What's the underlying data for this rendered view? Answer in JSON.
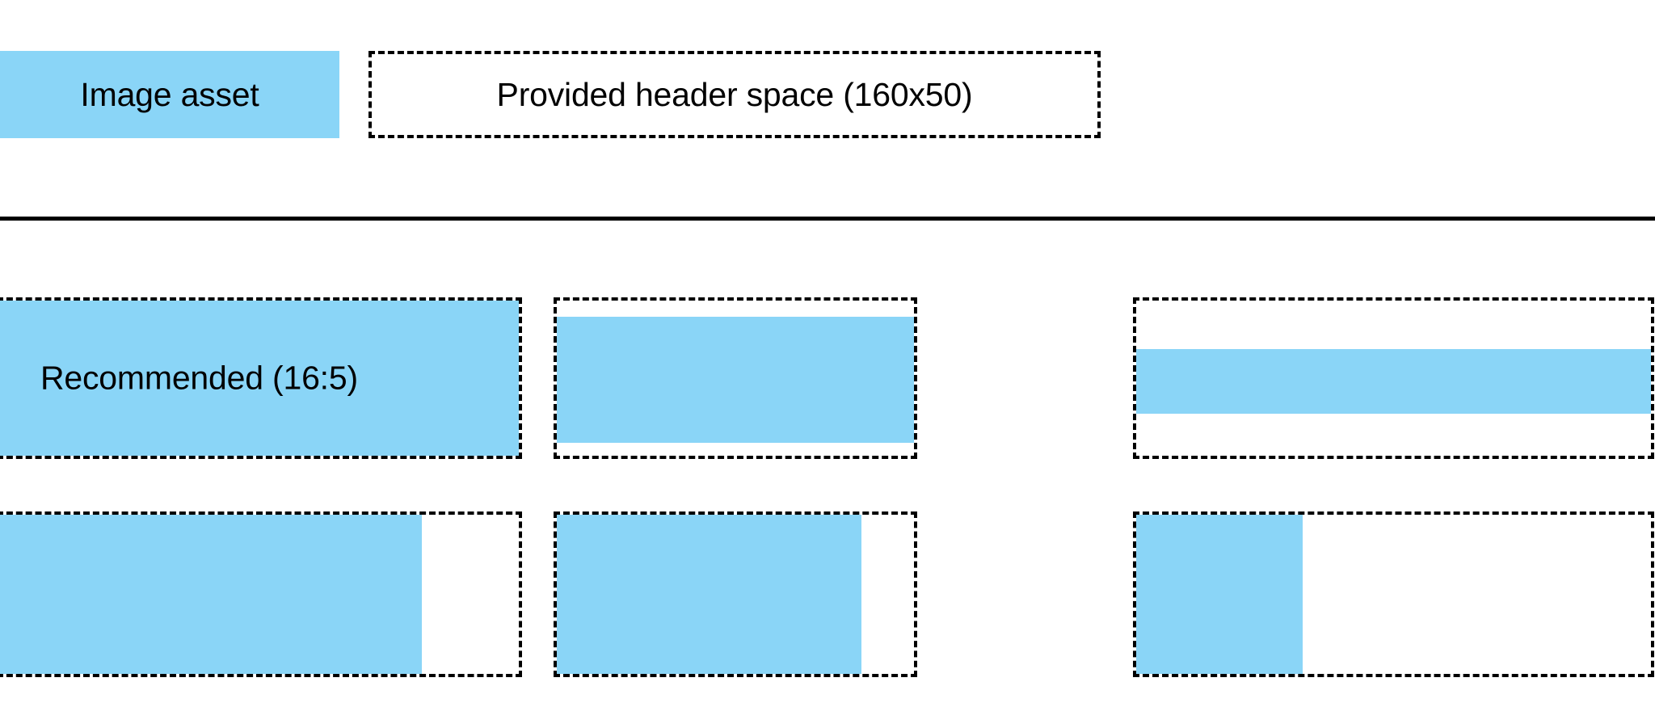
{
  "legend": {
    "swatch_label": "Image asset",
    "swatch_color": "#8AD5F7",
    "header_space_label": "Provided header space (160x50)",
    "border_color": "#000000"
  },
  "divider": {
    "color": "#000000"
  },
  "samples": {
    "rows": [
      {
        "row_name": "full-width-variants",
        "cells": [
          {
            "cell_name": "recommended-16-5",
            "label": "Recommended (16:5)",
            "fill_mode": "full",
            "has_label": true
          },
          {
            "cell_name": "shorter-aspect-sample",
            "label": "",
            "fill_mode": "vertical-inset",
            "has_label": false
          },
          {
            "cell_name": "short-band-sample",
            "label": "",
            "fill_mode": "center-band",
            "has_label": false
          }
        ]
      },
      {
        "row_name": "partial-width-variants",
        "cells": [
          {
            "cell_name": "wide-partial-sample",
            "label": "",
            "fill_mode": "left-partial-wide",
            "has_label": false
          },
          {
            "cell_name": "medium-partial-sample",
            "label": "",
            "fill_mode": "left-partial-medium",
            "has_label": false
          },
          {
            "cell_name": "narrow-partial-sample",
            "label": "",
            "fill_mode": "left-partial-narrow",
            "has_label": false
          }
        ]
      }
    ]
  }
}
